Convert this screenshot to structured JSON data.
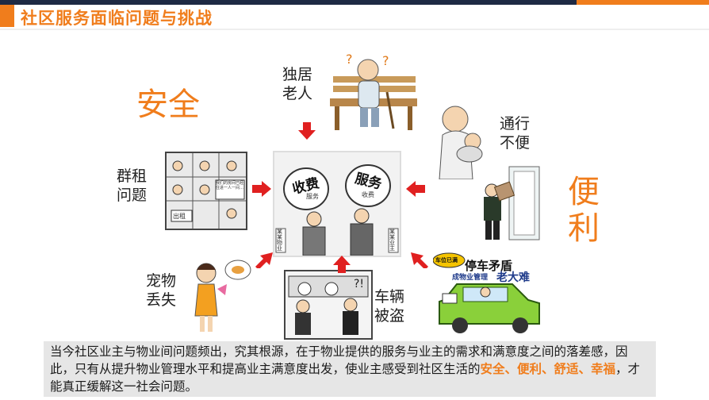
{
  "title": "社区服务面临问题与挑战",
  "left_big": "安全",
  "right_big_1": "便",
  "right_big_2": "利",
  "labels": {
    "elderly_1": "独居",
    "elderly_2": "老人",
    "rental_1": "群租",
    "rental_2": "问题",
    "access_1": "通行",
    "access_2": "不便",
    "pet_1": "宠物",
    "pet_2": "丢失",
    "vehicle_1": "车辆",
    "vehicle_2": "被盗"
  },
  "center": {
    "sign_left": "收费",
    "sign_left_sub": "服务",
    "sign_right": "服务",
    "sign_right_sub": "收费",
    "tag_left": "某某物业",
    "tag_right": "某某业主"
  },
  "parking": {
    "title": "停车矛盾",
    "sub": "成物业管理",
    "sub2": "老大难",
    "badge": "车位已满"
  },
  "rental_sign": "我们的房间已经住进一人一间…",
  "rental_badge": "出租",
  "caption": {
    "part1": "当今社区业主与物业间问题频出，究其根源，在于物业提供的服务与业主的需求和满意度之间的落差感，因此，只有从提升物业管理水平和提高业主满意度出发，使业主感受到社区生活的",
    "hl1": "安全、",
    "hl2": "便利、舒适、幸福",
    "part2": "，才能真正缓解这一社会问题。"
  },
  "colors": {
    "accent": "#f07d1c",
    "navy": "#1e2a44",
    "arrow": "#e02020"
  }
}
